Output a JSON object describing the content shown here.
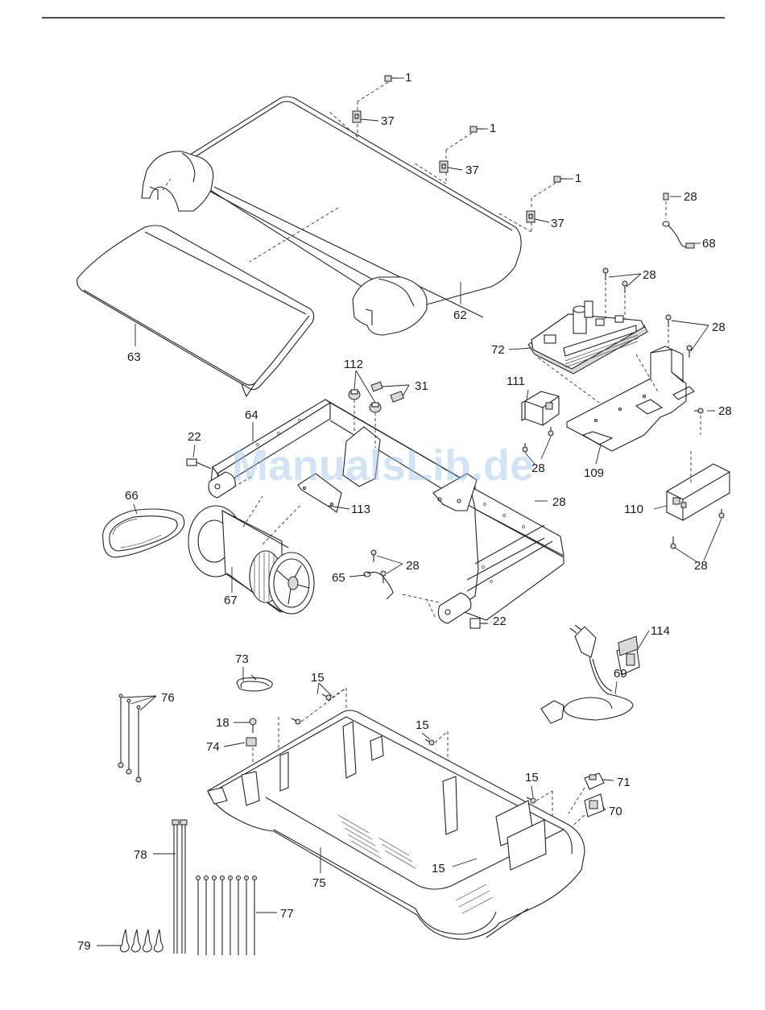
{
  "watermark": "ManualsLib.de",
  "labels": {
    "l1a": "1",
    "l1b": "1",
    "l1c": "1",
    "l37a": "37",
    "l37b": "37",
    "l37c": "37",
    "l28a": "28",
    "l28b": "28",
    "l28c": "28",
    "l28d": "28",
    "l28e": "28",
    "l28f": "28",
    "l28g": "28",
    "l28h": "28",
    "l68": "68",
    "l62": "62",
    "l63": "63",
    "l72": "72",
    "l112": "112",
    "l31": "31",
    "l111": "111",
    "l109": "109",
    "l64": "64",
    "l22a": "22",
    "l22b": "22",
    "l66": "66",
    "l113": "113",
    "l110": "110",
    "l67": "67",
    "l65": "65",
    "l114": "114",
    "l69": "69",
    "l73": "73",
    "l76": "76",
    "l15a": "15",
    "l15b": "15",
    "l15c": "15",
    "l15d": "15",
    "l18": "18",
    "l74": "74",
    "l71": "71",
    "l70": "70",
    "l75": "75",
    "l78": "78",
    "l77": "77",
    "l79": "79"
  }
}
